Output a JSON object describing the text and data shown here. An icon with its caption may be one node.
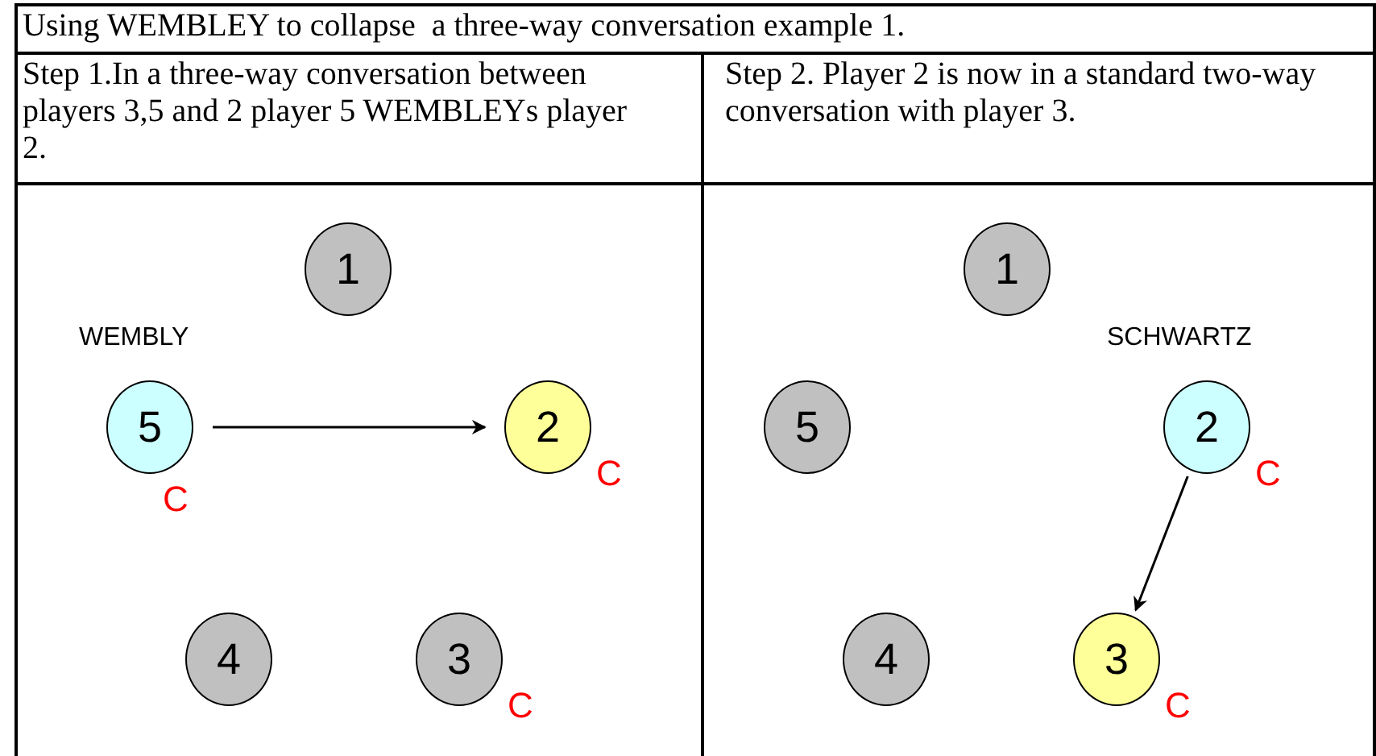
{
  "diagram": {
    "title": "Using WEMBLEY to collapse  a three-way conversation example 1.",
    "nodes": [
      {
        "text": [
          "1"
        ]
      },
      {
        "text": [
          "5"
        ],
        "beside": [
          "WEMBLY",
          "C"
        ]
      },
      {
        "text": [
          "2"
        ],
        "beside": [
          "C"
        ]
      },
      {
        "text": [
          "4"
        ]
      },
      {
        "text": [
          "3"
        ],
        "beside": [
          "C"
        ]
      },
      {
        "text": [
          "1"
        ]
      },
      {
        "text": [
          "5"
        ]
      },
      {
        "text": [
          "2"
        ],
        "beside": [
          "SCHWARTZ",
          "C"
        ]
      },
      {
        "text": [
          "4"
        ]
      },
      {
        "text": [
          "3"
        ],
        "beside": [
          "C"
        ]
      }
    ],
    "edges": [
      {
        "from": 1,
        "to": 2,
        "arrow": "to"
      },
      {
        "from": 7,
        "to": 9,
        "arrow": "to"
      }
    ],
    "labels": [
      "Step 1.In a three-way conversation between players 3,5 and 2 player 5 WEMBLEYs player 2.",
      "Step 2. Player 2 is now in a standard two-way conversation with player 3."
    ]
  }
}
